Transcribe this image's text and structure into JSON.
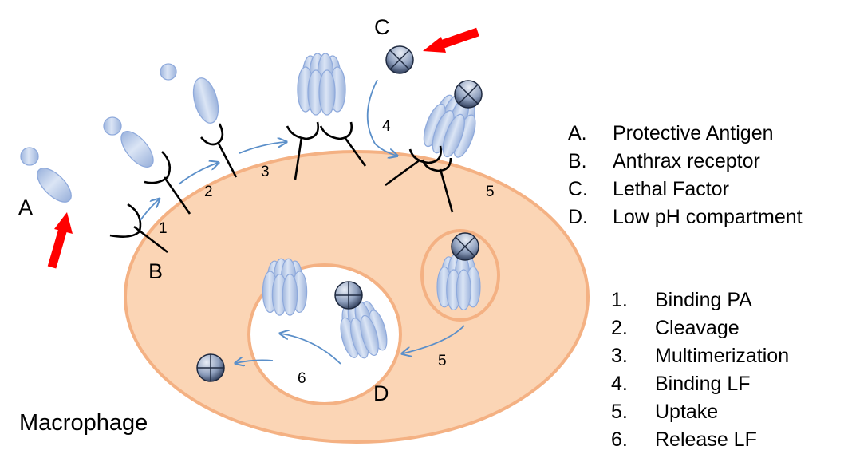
{
  "labels": {
    "A": "A",
    "B": "B",
    "C": "C",
    "D": "D",
    "macrophage": "Macrophage"
  },
  "step_numbers": {
    "s1": "1",
    "s2": "2",
    "s3": "3",
    "s4": "4",
    "s5a": "5",
    "s5b": "5",
    "s6": "6"
  },
  "legend_letters": [
    {
      "key": "A.",
      "text": "Protective Antigen"
    },
    {
      "key": "B.",
      "text": "Anthrax receptor"
    },
    {
      "key": "C.",
      "text": "Lethal Factor"
    },
    {
      "key": "D.",
      "text": "Low pH compartment"
    }
  ],
  "legend_steps": [
    {
      "key": "1.",
      "text": "Binding PA"
    },
    {
      "key": "2.",
      "text": "Cleavage"
    },
    {
      "key": "3.",
      "text": "Multimerization"
    },
    {
      "key": "4.",
      "text": "Binding LF"
    },
    {
      "key": "5.",
      "text": "Uptake"
    },
    {
      "key": "6.",
      "text": "Release LF"
    }
  ],
  "colors": {
    "cell_fill": "#fbd5b5",
    "cell_stroke": "#f4b183",
    "protein_fill": "#b4c7e7",
    "protein_stroke": "#8faadc",
    "arrow_blue": "#5b8fc9",
    "arrow_red": "#ff0000"
  }
}
